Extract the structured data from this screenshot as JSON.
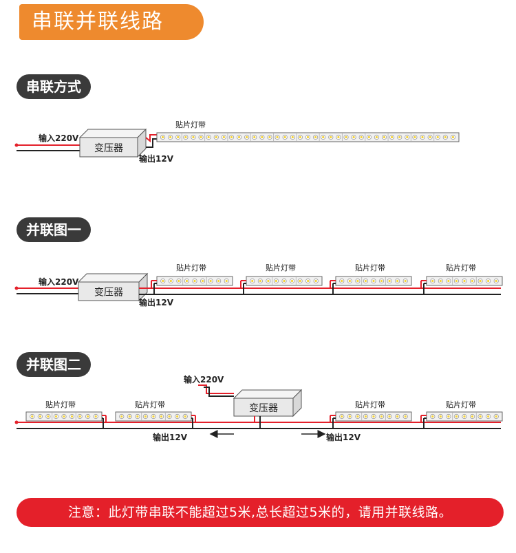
{
  "title": "串联并联线路",
  "sections": [
    {
      "label": "串联方式"
    },
    {
      "label": "并联图一"
    },
    {
      "label": "并联图二"
    }
  ],
  "labels": {
    "strip": "贴片灯带",
    "transformer": "变压器",
    "input": "输入220V",
    "output": "输出12V"
  },
  "note": "注意：此灯带串联不能超过5米,总长超过5米的，请用并联线路。",
  "colors": {
    "banner": "#ee8a2e",
    "note": "#e4202a",
    "wire_red": "#e4202a",
    "wire_black": "#222222"
  }
}
